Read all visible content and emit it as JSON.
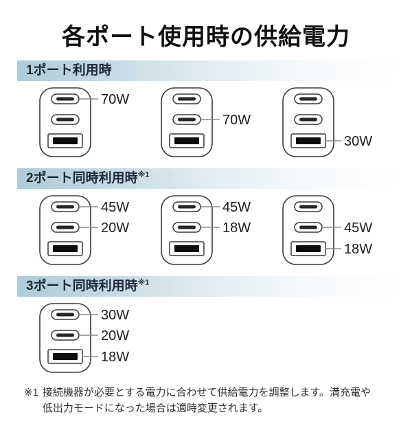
{
  "title": "各ポート使用時の供給電力",
  "colors": {
    "outline": "#3a3a3a",
    "usbc_pin": "#262626",
    "usba_pin": "#0c0c0c",
    "callout": "#8c8c8c",
    "wattage_text": "#1c1c1c",
    "header_gradient_start": "#adcbd9",
    "header_gradient_end": "#ffffff",
    "heading_text": "#1b2a34"
  },
  "sections": [
    {
      "heading": "1ポート利用時",
      "note_ref": "",
      "chargers": [
        {
          "ports": [
            {
              "type": "usb-c",
              "label": "70W"
            },
            {
              "type": "usb-c",
              "label": null
            },
            {
              "type": "usb-a",
              "label": null
            }
          ]
        },
        {
          "ports": [
            {
              "type": "usb-c",
              "label": null
            },
            {
              "type": "usb-c",
              "label": "70W"
            },
            {
              "type": "usb-a",
              "label": null
            }
          ]
        },
        {
          "ports": [
            {
              "type": "usb-c",
              "label": null
            },
            {
              "type": "usb-c",
              "label": null
            },
            {
              "type": "usb-a",
              "label": "30W"
            }
          ]
        }
      ]
    },
    {
      "heading": "2ポート同時利用時",
      "note_ref": "※1",
      "chargers": [
        {
          "ports": [
            {
              "type": "usb-c",
              "label": "45W"
            },
            {
              "type": "usb-c",
              "label": "20W"
            },
            {
              "type": "usb-a",
              "label": null
            }
          ]
        },
        {
          "ports": [
            {
              "type": "usb-c",
              "label": "45W"
            },
            {
              "type": "usb-c",
              "label": "18W"
            },
            {
              "type": "usb-a",
              "label": null
            }
          ]
        },
        {
          "ports": [
            {
              "type": "usb-c",
              "label": null
            },
            {
              "type": "usb-c",
              "label": "45W"
            },
            {
              "type": "usb-a",
              "label": "18W"
            }
          ]
        }
      ]
    },
    {
      "heading": "3ポート同時利用時",
      "note_ref": "※1",
      "chargers": [
        {
          "ports": [
            {
              "type": "usb-c",
              "label": "30W"
            },
            {
              "type": "usb-c",
              "label": "20W"
            },
            {
              "type": "usb-a",
              "label": "18W"
            }
          ]
        }
      ]
    }
  ],
  "footnote": {
    "marker": "※1",
    "line1": "接続機器が必要とする電力に合わせて供給電力を調整します。満充電や",
    "line2": "低出力モードになった場合は適時変更されます。"
  }
}
